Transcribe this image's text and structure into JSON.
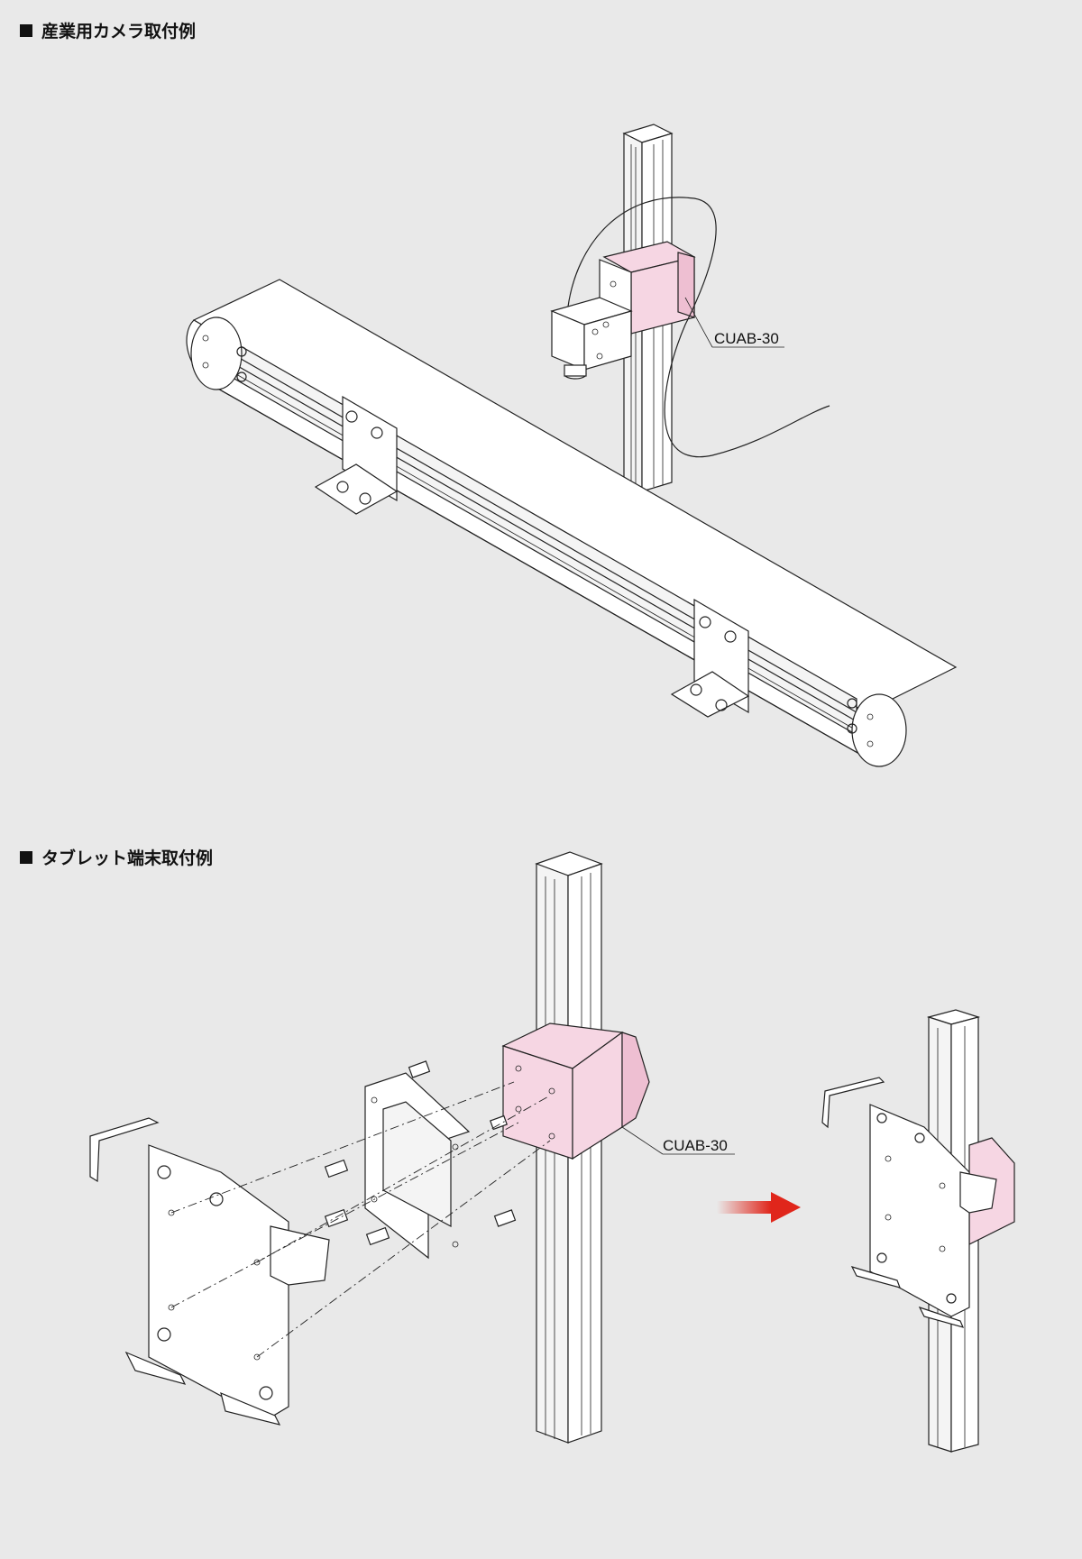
{
  "sections": [
    {
      "heading": "産業用カメラ取付例",
      "callout": "CUAB-30"
    },
    {
      "heading": "タブレット端末取付例",
      "callout": "CUAB-30"
    }
  ],
  "colors": {
    "background": "#e9e9e9",
    "accent_pink": "#f6d6e3",
    "arrow_red": "#e0261b"
  },
  "icons": {
    "heading_marker": "black-square",
    "transition": "right-arrow-icon"
  }
}
